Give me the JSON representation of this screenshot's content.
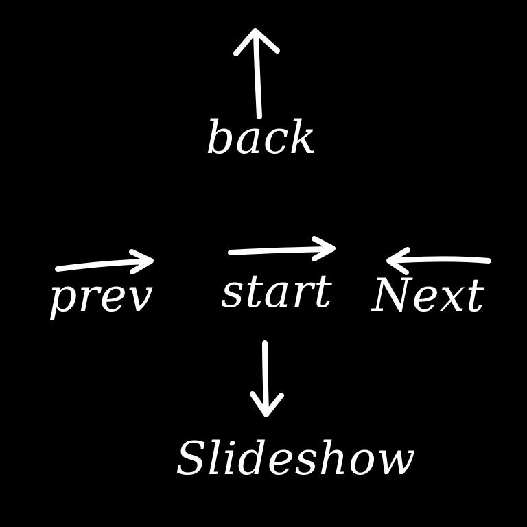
{
  "colors": {
    "background": "#000000",
    "ink": "#ffffff"
  },
  "labels": {
    "back": "back",
    "prev": "prev",
    "start": "start",
    "next": "Next",
    "slideshow": "Slideshow"
  },
  "arrows": [
    {
      "name": "arrow-up-to-back",
      "direction": "up"
    },
    {
      "name": "arrow-right-over-prev",
      "direction": "right"
    },
    {
      "name": "arrow-right-over-start",
      "direction": "right"
    },
    {
      "name": "arrow-left-over-next",
      "direction": "left"
    },
    {
      "name": "arrow-down-to-slideshow",
      "direction": "down"
    }
  ]
}
